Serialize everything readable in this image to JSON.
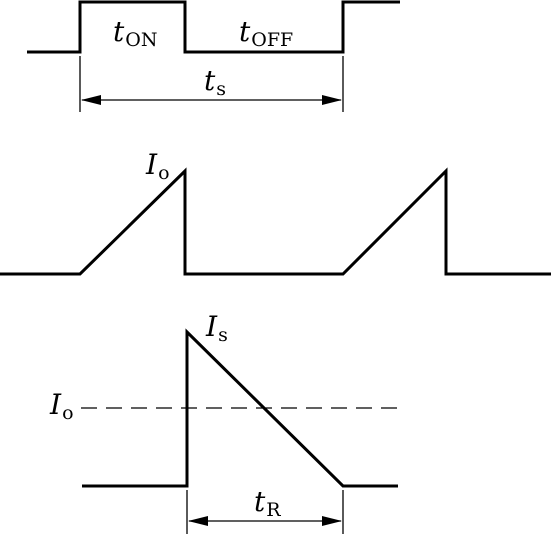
{
  "diagram": {
    "timing": {
      "on_label": {
        "symbol": "t",
        "subscript": "ON"
      },
      "off_label": {
        "symbol": "t",
        "subscript": "OFF"
      },
      "period_label": {
        "symbol": "t",
        "subscript": "s"
      }
    },
    "inductor_current": {
      "peak_label": {
        "symbol": "I",
        "subscript": "o"
      }
    },
    "output_current": {
      "peak_label": {
        "symbol": "I",
        "subscript": "s"
      },
      "average_label": {
        "symbol": "I",
        "subscript": "o"
      },
      "discharge_label": {
        "symbol": "t",
        "subscript": "R"
      }
    }
  }
}
